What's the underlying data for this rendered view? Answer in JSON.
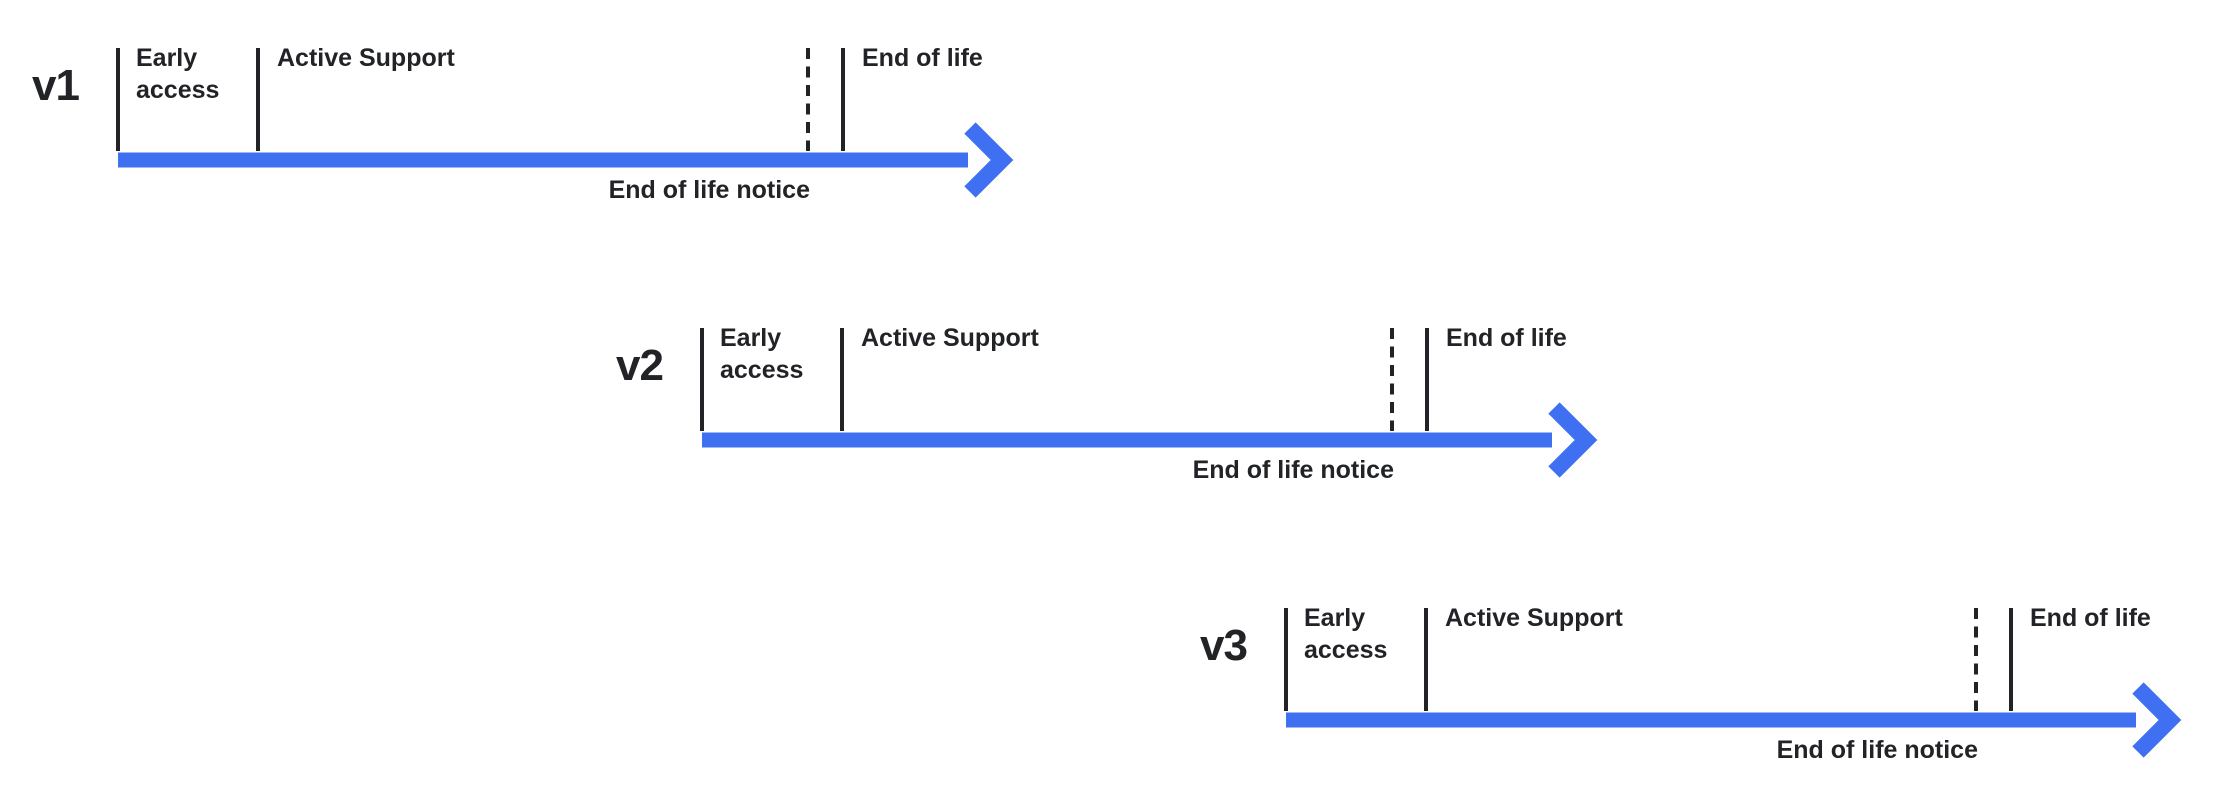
{
  "colors": {
    "arrow_blue": "#3F70F2",
    "ink": "#212326"
  },
  "timelines": [
    {
      "version": "v1",
      "phases": {
        "early_access": "Early access",
        "active_support": "Active Support",
        "end_of_life": "End of life",
        "end_of_life_notice": "End of life notice"
      }
    },
    {
      "version": "v2",
      "phases": {
        "early_access": "Early access",
        "active_support": "Active Support",
        "end_of_life": "End of life",
        "end_of_life_notice": "End of life notice"
      }
    },
    {
      "version": "v3",
      "phases": {
        "early_access": "Early access",
        "active_support": "Active Support",
        "end_of_life": "End of life",
        "end_of_life_notice": "End of life notice"
      }
    }
  ]
}
